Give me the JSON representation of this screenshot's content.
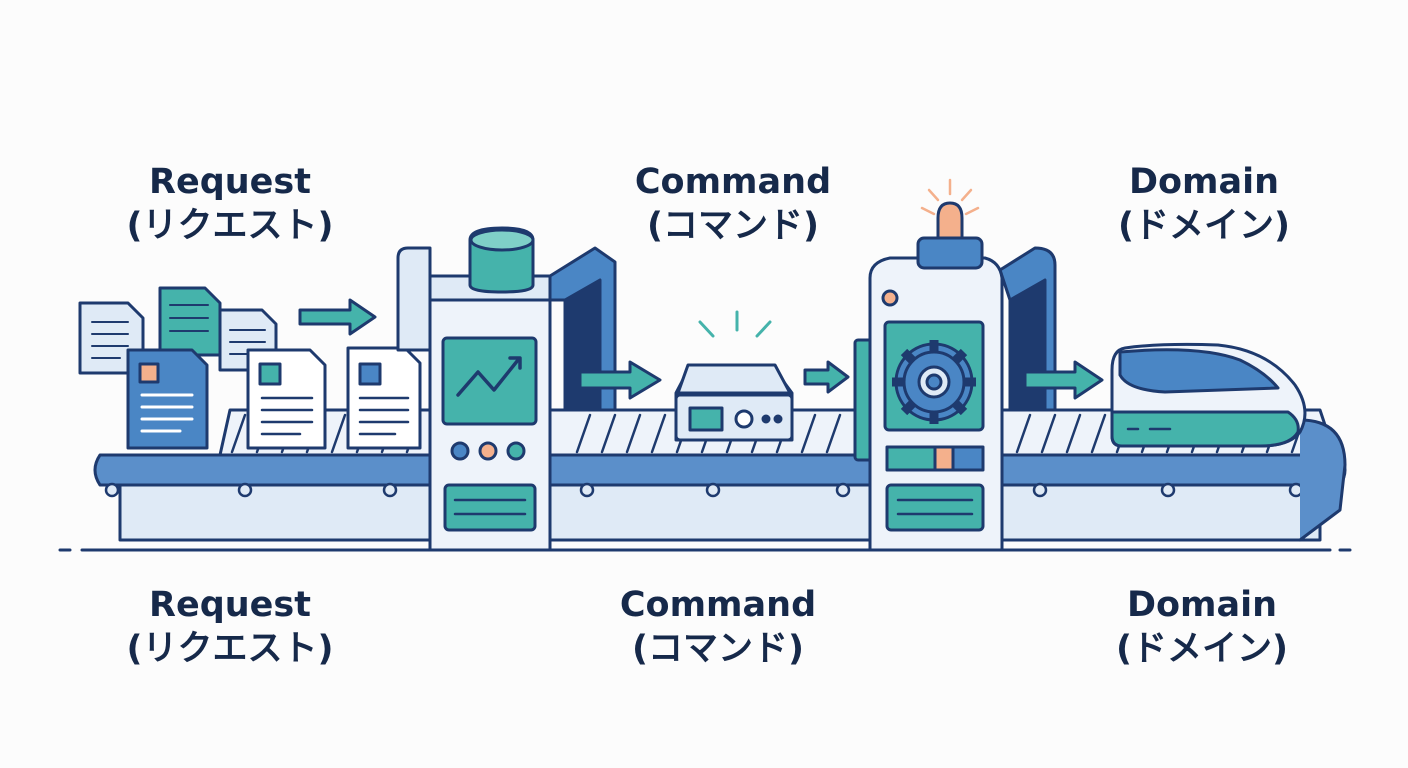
{
  "top_labels": [
    {
      "en": "Request",
      "jp": "(リクエスト)"
    },
    {
      "en": "Command",
      "jp": "(コマンド)"
    },
    {
      "en": "Domain",
      "jp": "(ドメイン)"
    }
  ],
  "bottom_labels": [
    {
      "en": "Request",
      "jp": "(リクエスト)"
    },
    {
      "en": "Command",
      "jp": "(コマンド)"
    },
    {
      "en": "Domain",
      "jp": "(ドメイン)"
    }
  ],
  "colors": {
    "outline": "#1e3a6e",
    "blue": "#4a86c5",
    "teal": "#45b3ab",
    "pale": "#dfeaf6",
    "white": "#ffffff",
    "peach": "#f4b08c"
  }
}
